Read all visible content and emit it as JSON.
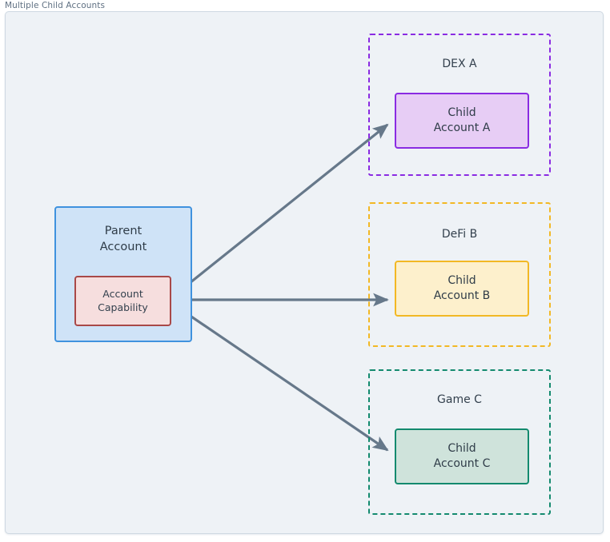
{
  "diagram": {
    "title": "Multiple Child Accounts",
    "background_color": "#eef2f6",
    "edge_color": "#66788a"
  },
  "parent": {
    "title_line1": "Parent",
    "title_line2": "Account",
    "fill": "#cfe3f7",
    "stroke": "#3f92de",
    "capability": {
      "line1": "Account",
      "line2": "Capability",
      "fill": "#f6dede",
      "stroke": "#a94848"
    }
  },
  "groups": [
    {
      "label": "DEX A",
      "stroke": "#8a2be2",
      "child": {
        "line1": "Child",
        "line2": "Account A",
        "fill": "#e7cdf5",
        "stroke": "#8a2be2"
      }
    },
    {
      "label": "DeFi B",
      "stroke": "#f2b824",
      "child": {
        "line1": "Child",
        "line2": "Account B",
        "fill": "#fdf0cc",
        "stroke": "#f2b824"
      }
    },
    {
      "label": "Game C",
      "stroke": "#138a6e",
      "child": {
        "line1": "Child",
        "line2": "Account C",
        "fill": "#cfe3db",
        "stroke": "#138a6e"
      }
    }
  ],
  "edges": [
    {
      "name": "capability-to-child-a",
      "from": "Account Capability",
      "to": "Child Account A"
    },
    {
      "name": "capability-to-child-b",
      "from": "Account Capability",
      "to": "Child Account B"
    },
    {
      "name": "capability-to-child-c",
      "from": "Account Capability",
      "to": "Child Account C"
    }
  ]
}
